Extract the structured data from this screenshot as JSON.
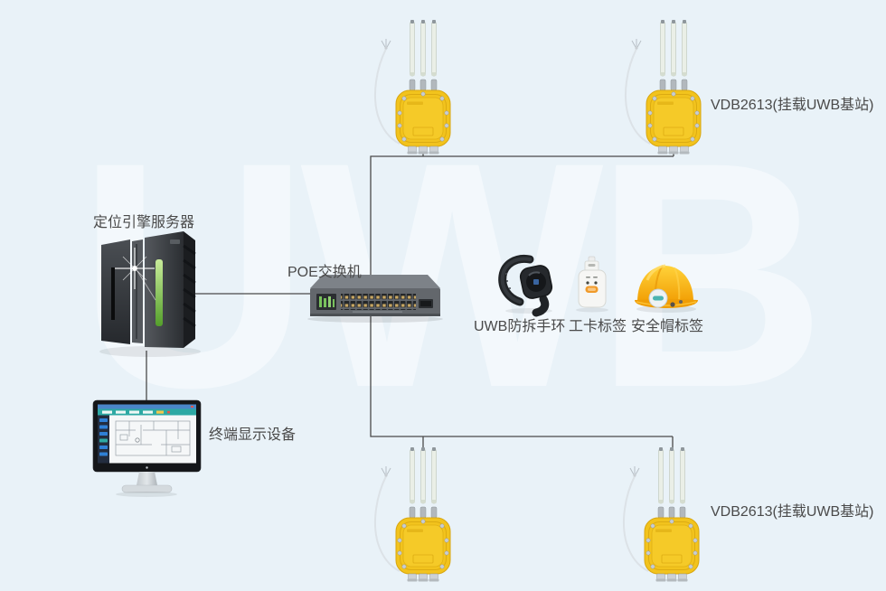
{
  "watermark": {
    "text": "UWB"
  },
  "nodes": {
    "server": {
      "label": "定位引擎服务器"
    },
    "poe_switch": {
      "label": "POE交换机"
    },
    "terminal_display": {
      "label": "终端显示设备"
    },
    "uwb_wristband": {
      "label": "UWB防拆手环"
    },
    "badge_tag": {
      "label": "工卡标签"
    },
    "helmet_tag": {
      "label": "安全帽标签"
    },
    "base_station_top": {
      "label": "VDB2613(挂载UWB基站)"
    },
    "base_station_bottom": {
      "label": "VDB2613(挂载UWB基站)"
    }
  },
  "colors": {
    "background": "#e9f2f8",
    "watermark": "#f3f8fc",
    "line": "#4a4a4a",
    "label_text": "#4a4a4a",
    "station_yellow": "#f2c31d",
    "helmet_yellow": "#ffc425",
    "toolbar_teal": "#2ea9a4",
    "titlebar_blue": "#4a86c8",
    "sidebar_navy": "#232d3f",
    "button_blue": "#2f80d6",
    "led_green": "#79c25d"
  }
}
